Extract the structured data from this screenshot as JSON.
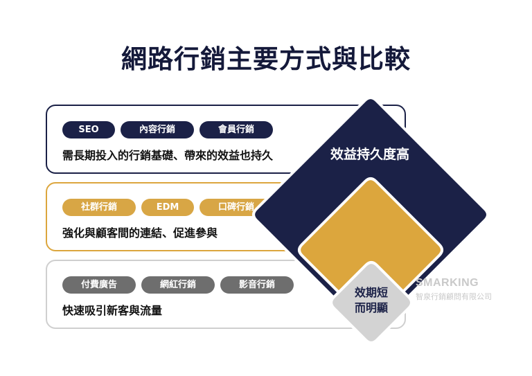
{
  "title": "網路行銷主要方式與比較",
  "rows": [
    {
      "tags": [
        "SEO",
        "內容行銷",
        "會員行銷"
      ],
      "description": "需長期投入的行銷基礎、帶來的效益也持久"
    },
    {
      "tags": [
        "社群行銷",
        "EDM",
        "口碑行銷"
      ],
      "description": "強化與顧客間的連結、促進參與"
    },
    {
      "tags": [
        "付費廣告",
        "網紅行銷",
        "影音行銷"
      ],
      "description": "快速吸引新客與流量"
    }
  ],
  "diamonds": {
    "large_label": "效益持久度高",
    "small_label_line1": "效期短",
    "small_label_line2": "而明顯"
  },
  "watermark": {
    "name": "SMARKING",
    "subtitle": "智泉行銷顧問有限公司"
  },
  "colors": {
    "navy": "#1b2147",
    "gold": "#dca63d",
    "gray": "#6e6e6e",
    "light_gray": "#d3d3d3"
  }
}
